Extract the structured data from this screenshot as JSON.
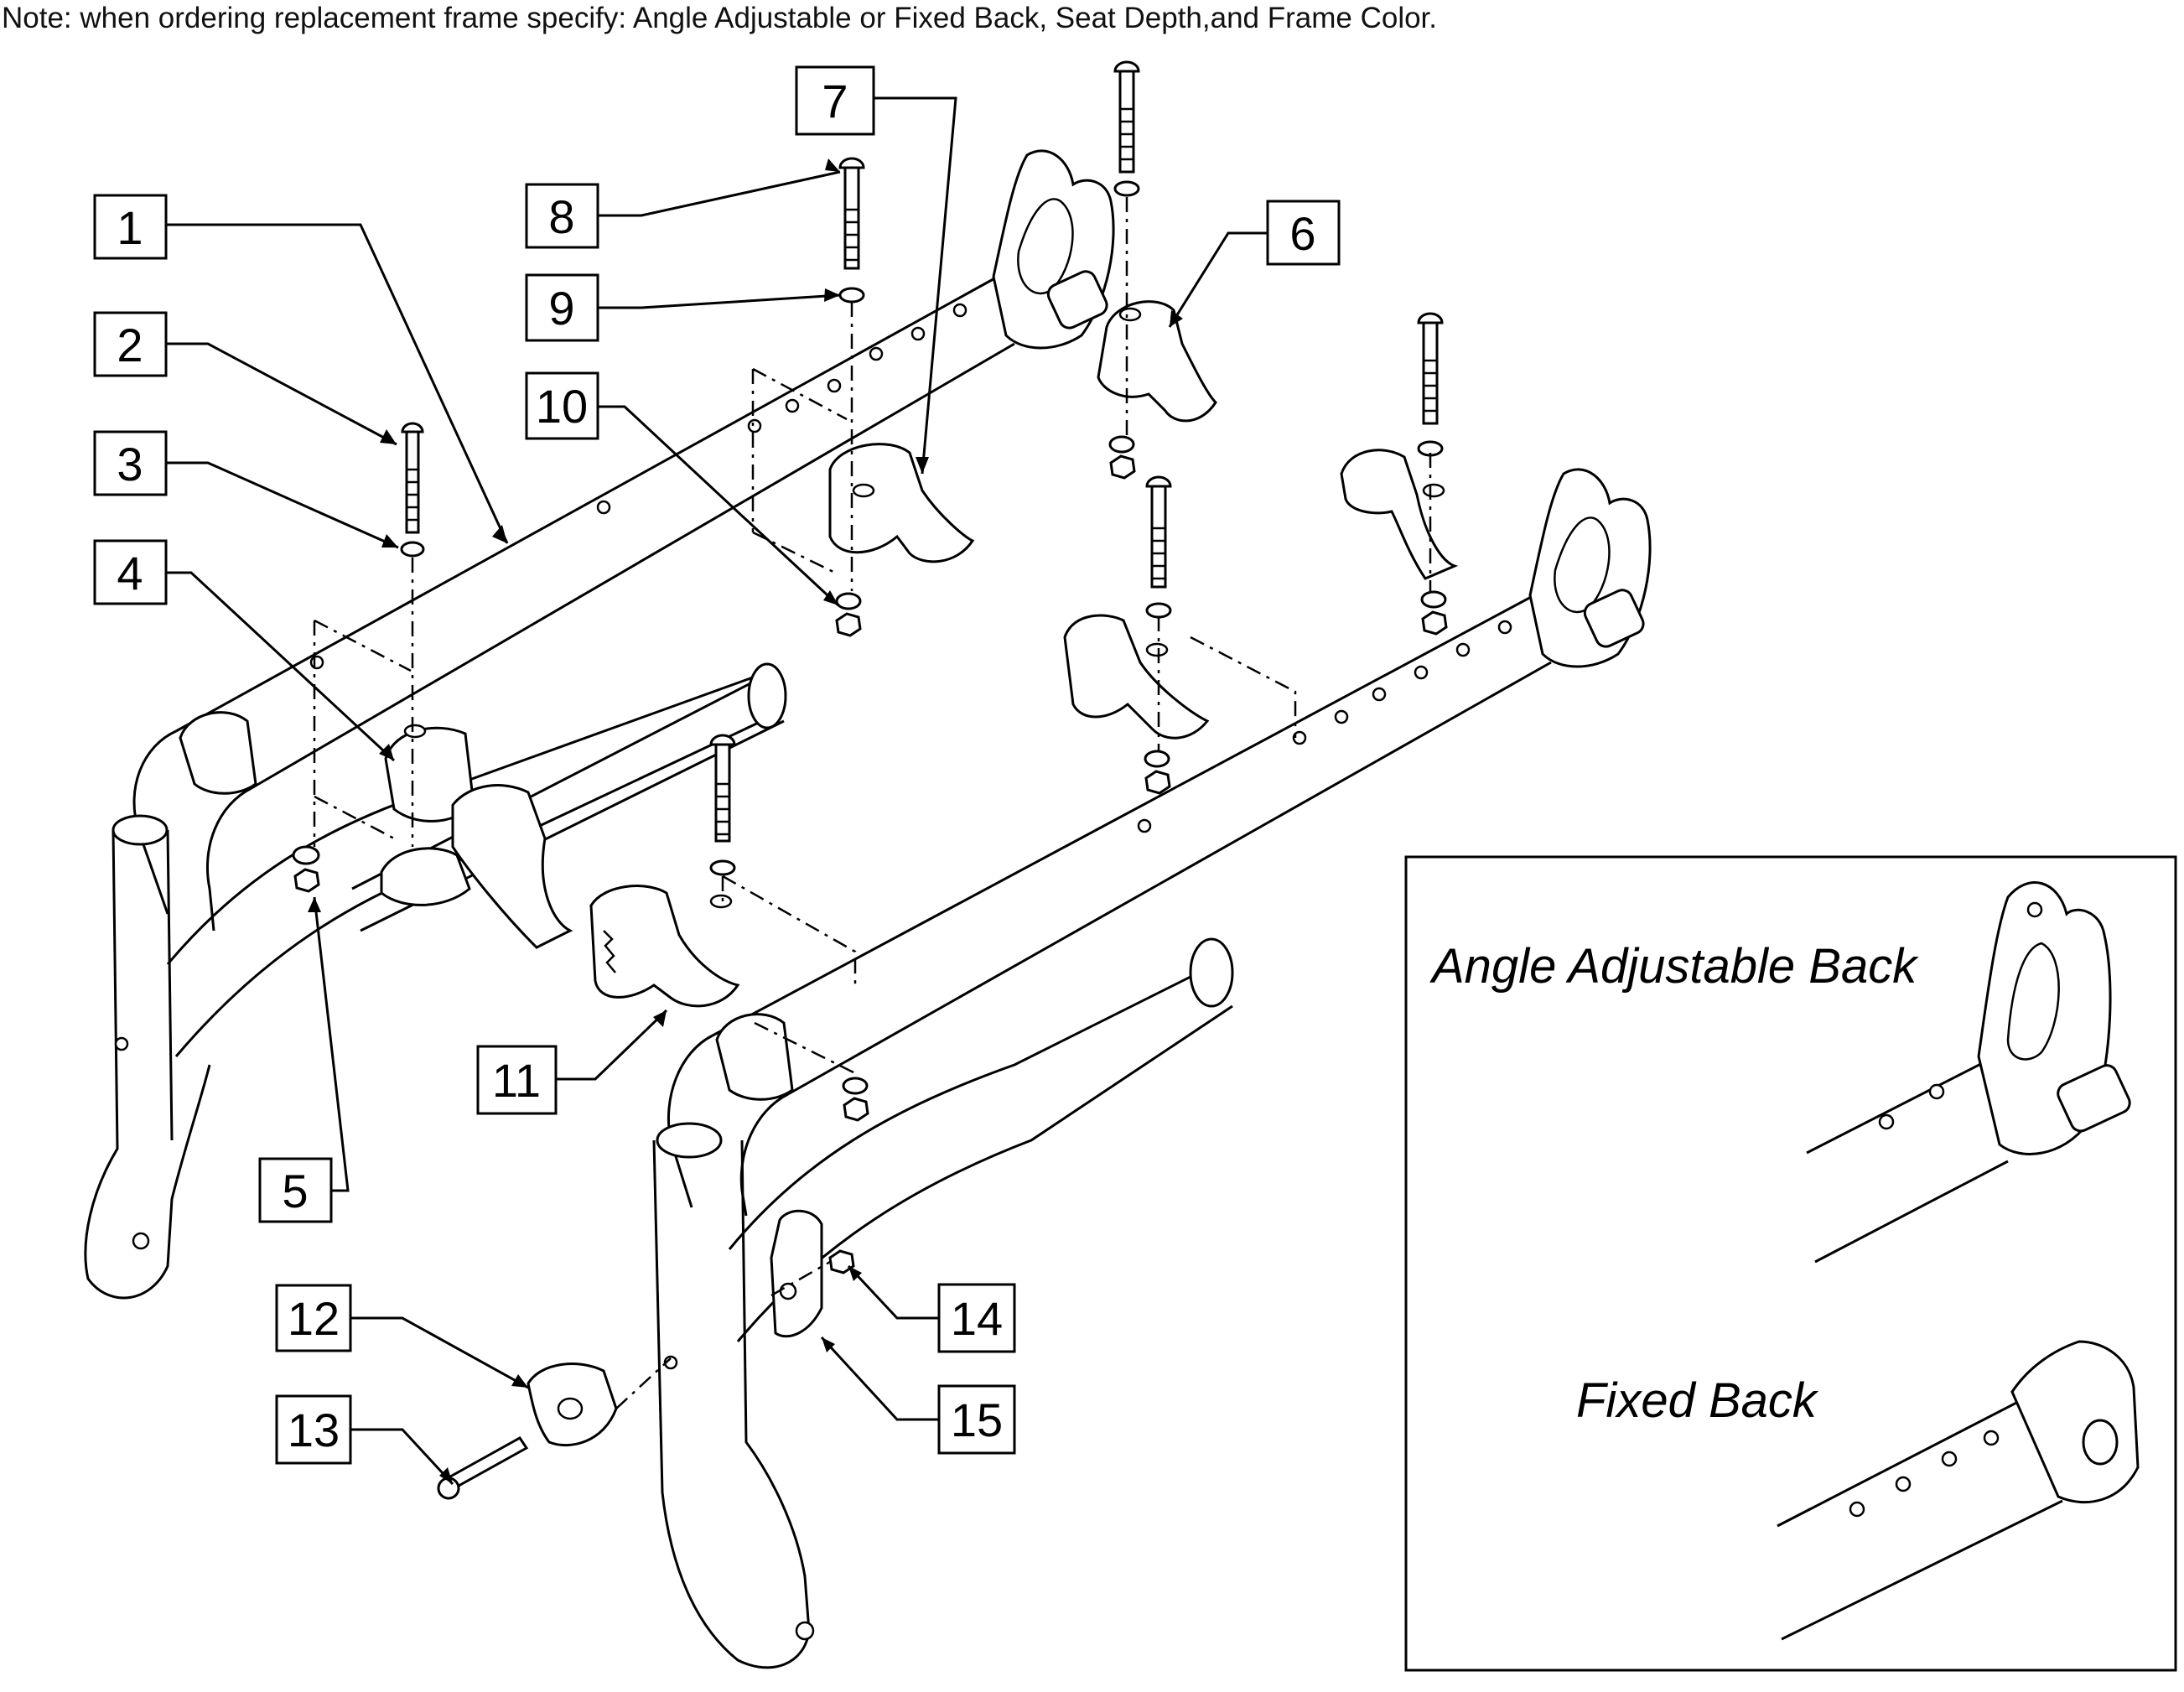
{
  "note": "Note: when ordering replacement frame specify: Angle Adjustable or Fixed Back, Seat Depth,and Frame Color.",
  "callouts": [
    "1",
    "2",
    "3",
    "4",
    "5",
    "6",
    "7",
    "8",
    "9",
    "10",
    "11",
    "12",
    "13",
    "14",
    "15"
  ],
  "inset": {
    "angle_adjustable_label": "Angle Adjustable Back",
    "fixed_back_label": "Fixed Back"
  },
  "colors": {
    "line": "#000000",
    "background": "#ffffff"
  }
}
